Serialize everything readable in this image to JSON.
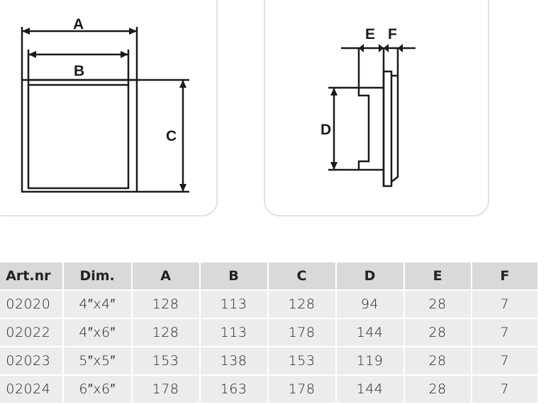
{
  "diagram_front": {
    "labels": {
      "a": "A",
      "b": "B",
      "c": "C"
    }
  },
  "diagram_side": {
    "labels": {
      "d": "D",
      "e": "E",
      "f": "F"
    }
  },
  "table": {
    "headers": [
      "Art.nr",
      "Dim.",
      "A",
      "B",
      "C",
      "D",
      "E",
      "F"
    ],
    "rows": [
      [
        "02020",
        "4″x4″",
        "128",
        "113",
        "128",
        "94",
        "28",
        "7"
      ],
      [
        "02022",
        "4″x6″",
        "128",
        "113",
        "178",
        "144",
        "28",
        "7"
      ],
      [
        "02023",
        "5″x5″",
        "153",
        "138",
        "153",
        "119",
        "28",
        "7"
      ],
      [
        "02024",
        "6″x6″",
        "178",
        "163",
        "178",
        "144",
        "28",
        "7"
      ]
    ]
  }
}
